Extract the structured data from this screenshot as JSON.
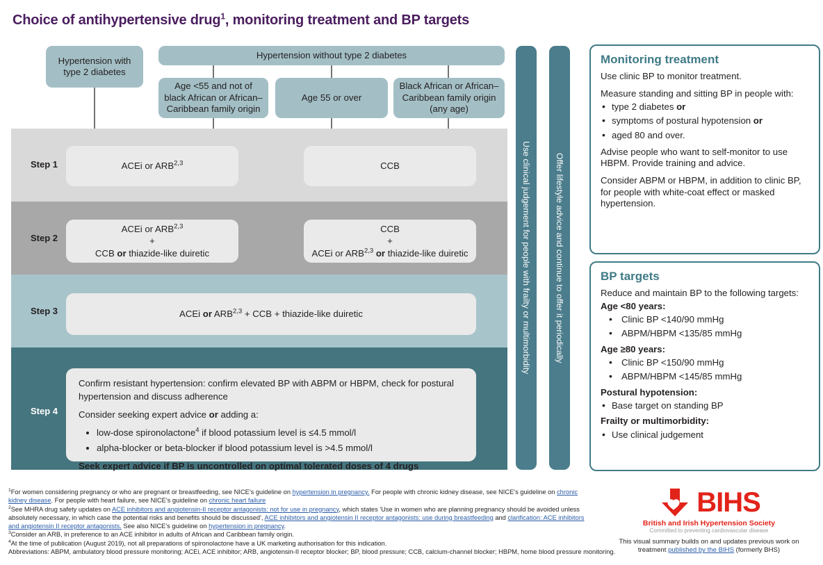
{
  "title": {
    "main_before": "Choice of antihypertensive drug",
    "sup": "1",
    "main_after": ", monitoring treatment and BP targets"
  },
  "flow": {
    "entry_boxes": [
      {
        "id": "diabetes",
        "label": "Hypertension with\ntype 2 diabetes"
      },
      {
        "id": "no-diabetes",
        "label": "Hypertension without type 2 diabetes"
      }
    ],
    "subgroup_boxes": [
      {
        "id": "age-under-55",
        "label": "Age <55 and not of black African or African–Caribbean family origin"
      },
      {
        "id": "age-55-over",
        "label": "Age 55 or over"
      },
      {
        "id": "black-african",
        "label": "Black African or African–Caribbean family origin (any age)"
      }
    ],
    "steps": [
      {
        "id": "step1",
        "label": "Step 1"
      },
      {
        "id": "step2",
        "label": "Step 2"
      },
      {
        "id": "step3",
        "label": "Step 3"
      },
      {
        "id": "step4",
        "label": "Step 4"
      }
    ],
    "step1_left": "ACEi or ARB",
    "step1_left_sup": "2,3",
    "step1_right": "CCB",
    "step2_left": {
      "l1": "ACEi or ARB",
      "l1_sup": "2,3",
      "l2": "+",
      "l3_a": "CCB ",
      "l3_b": "or",
      "l3_c": " thiazide-like duiretic"
    },
    "step2_right": {
      "l1": "CCB",
      "l2": "+",
      "l3_a": "ACEi or ARB",
      "l3_sup": "2,3",
      "l3_b": " or ",
      "l3_c": "thiazide-like duiretic"
    },
    "step3": {
      "a": "ACEi ",
      "b": "or",
      "c": " ARB",
      "sup": "2,3",
      "d": " + CCB + thiazide-like duiretic"
    },
    "step4": {
      "p1": "Confirm resistant hypertension: confirm elevated BP with ABPM or HBPM, check for postural hypertension and discuss adherence",
      "p2_a": "Consider seeking expert advice ",
      "p2_b": "or",
      "p2_c": " adding a:",
      "bullet1_a": "low-dose spironolactone",
      "bullet1_sup": "4",
      "bullet1_b": " if blood potassium level is ≤4.5 mmol/l",
      "bullet2": "alpha-blocker or beta-blocker if blood potassium level is >4.5 mmol/l",
      "p3": "Seek expert advice if BP is uncontrolled on optimal tolerated doses of 4 drugs"
    }
  },
  "side_bars": [
    {
      "id": "judgement",
      "label": "Use clinical judgement for people with frailty or multimorbidity"
    },
    {
      "id": "lifestyle",
      "label": "Offer lifestyle advice and continue to offer it periodically"
    }
  ],
  "panels": {
    "monitoring": {
      "heading": "Monitoring treatment",
      "p1": "Use clinic BP to monitor treatment.",
      "p2": "Measure standing and sitting BP in people with:",
      "bullets": [
        {
          "text": "type 2 diabetes ",
          "bold": "or"
        },
        {
          "text": "symptoms of postural hypotension ",
          "bold": "or"
        },
        {
          "text": "aged 80 and over.",
          "bold": ""
        }
      ],
      "p3": "Advise people who want to self-monitor to use HBPM. Provide training and advice.",
      "p4": "Consider ABPM or HBPM, in addition to clinic BP, for people with white-coat effect or masked hypertension."
    },
    "bp_targets": {
      "heading": "BP targets",
      "p1": "Reduce and maintain BP to the following targets:",
      "group1_heading": "Age <80 years:",
      "group1_bullets": [
        "Clinic BP <140/90 mmHg",
        "ABPM/HBPM <135/85 mmHg"
      ],
      "group2_heading": "Age ≥80 years:",
      "group2_bullets": [
        "Clinic BP <150/90 mmHg",
        "ABPM/HBPM <145/85 mmHg"
      ],
      "group3_heading": "Postural hypotension:",
      "group3_bullets": [
        "Base target on standing BP"
      ],
      "group4_heading": "Frailty or multimorbidity:",
      "group4_bullets": [
        "Use clinical judgement"
      ]
    }
  },
  "footnotes": {
    "fn1": {
      "marker": "1",
      "t1": "For women considering pregnancy or who are pregnant or breastfeeding, see NICE's guideline on ",
      "link1": "hypertension in pregnancy.",
      "t2": " For people with chronic kidney disease, see NICE's guideline on ",
      "link2": "chronic kidney disease",
      "t3": ". For people with heart failure, see NICE's guideline on ",
      "link3": "chronic heart failure"
    },
    "fn2": {
      "marker": "2",
      "t1": "See MHRA drug safety updates on ",
      "link1": "ACE inhibitors and angiotensin-II receptor antagonists: not for use in pregnancy",
      "t2": ", which states 'Use in women who are planning pregnancy should be avoided unless absolutely necessary, in which case the potential risks and benefits should be discussed', ",
      "link2": "ACE inhibitors and angiotensin II receptor antagonists: use during breastfeeding",
      "t3": " and ",
      "link3": "clarification: ACE inhibitors and angiotensin II receptor antagonists.",
      "t4": " See also NICE's guideline on ",
      "link4": "hypertension in pregnancy",
      "t5": "."
    },
    "fn3": {
      "marker": "3",
      "t1": "Consider an ARB, in preference to an ACE inhibitor in adults of African and Caribbean family origin."
    },
    "fn4": {
      "marker": "4",
      "t1": "At the time of publication (August 2019), not all preparations of spironolactone have a UK marketing authorisation for this indication."
    },
    "abbreviations": "Abbreviations: ABPM, ambulatory blood pressure monitoring; ACEi, ACE inhibitor; ARB, angiotensin-II receptor blocker; BP, blood pressure; CCB, calcium-channel blocker; HBPM, home blood pressure monitoring."
  },
  "bihs": {
    "wordmark": "BIHS",
    "tagline1": "British and Irish Hypertension Society",
    "tagline2": "Committed to preventing cardiovascular disease",
    "caption_a": "This visual summary builds on and updates previous work on treatment ",
    "caption_link": "published by the BIHS",
    "caption_b": " (formerly BHS)"
  },
  "colors": {
    "title_purple": "#4a1d5e",
    "teal_box": "#a3bfc5",
    "step1_band": "#d9d9d9",
    "step2_band": "#a8a8a8",
    "step3_band": "#a8c4cb",
    "step4_band": "#45757f",
    "panel_border": "#3f7a86",
    "panel_heading": "#3f7a86",
    "sidebar": "#4b7d8c",
    "link": "#2a5ca8",
    "bihs_red": "#e2231a"
  }
}
